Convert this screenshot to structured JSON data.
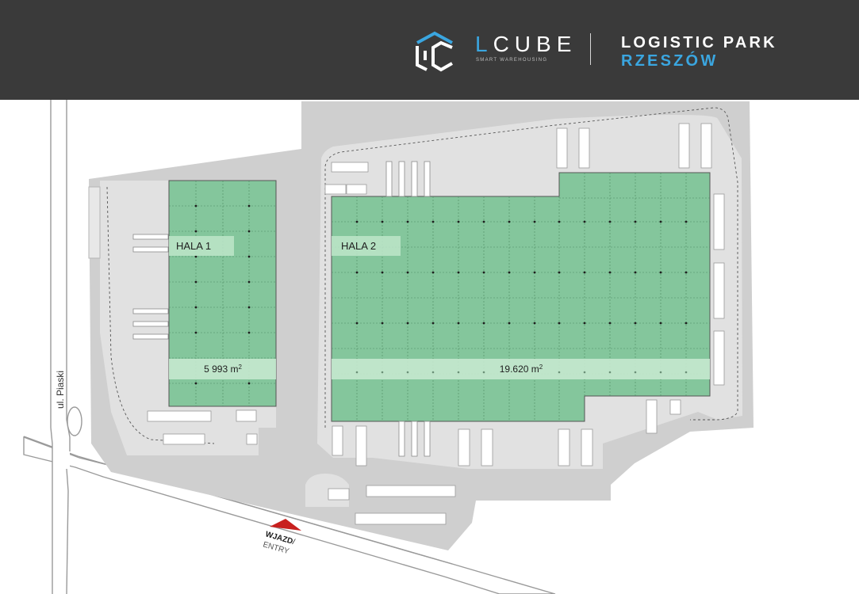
{
  "header": {
    "brand_prefix": "L",
    "brand_rest": "CUBE",
    "tagline": "SMART WAREHOUSING",
    "park_title": "LOGISTIC PARK",
    "park_city": "RZESZÓW",
    "logo_icon": "lcube-logo-icon"
  },
  "map": {
    "hala1_label": "HALA 1",
    "hala1_area_value": "5 993 m",
    "hala1_area_sup": "2",
    "hala2_label": "HALA 2",
    "hala2_area_value": "19.620 m",
    "hala2_area_sup": "2",
    "street_label": "ul. Piaski",
    "entry_label_pl": "WJAZD",
    "entry_sep": "/",
    "entry_label_en": "ENTRY"
  },
  "colors": {
    "header_bg": "#3a3a3a",
    "accent_blue": "#3aa6e0",
    "warehouse_green": "#84c69c",
    "lot_gray": "#cfcfcf",
    "yard_gray": "#e1e1e1",
    "entry_marker": "#c8201e"
  }
}
